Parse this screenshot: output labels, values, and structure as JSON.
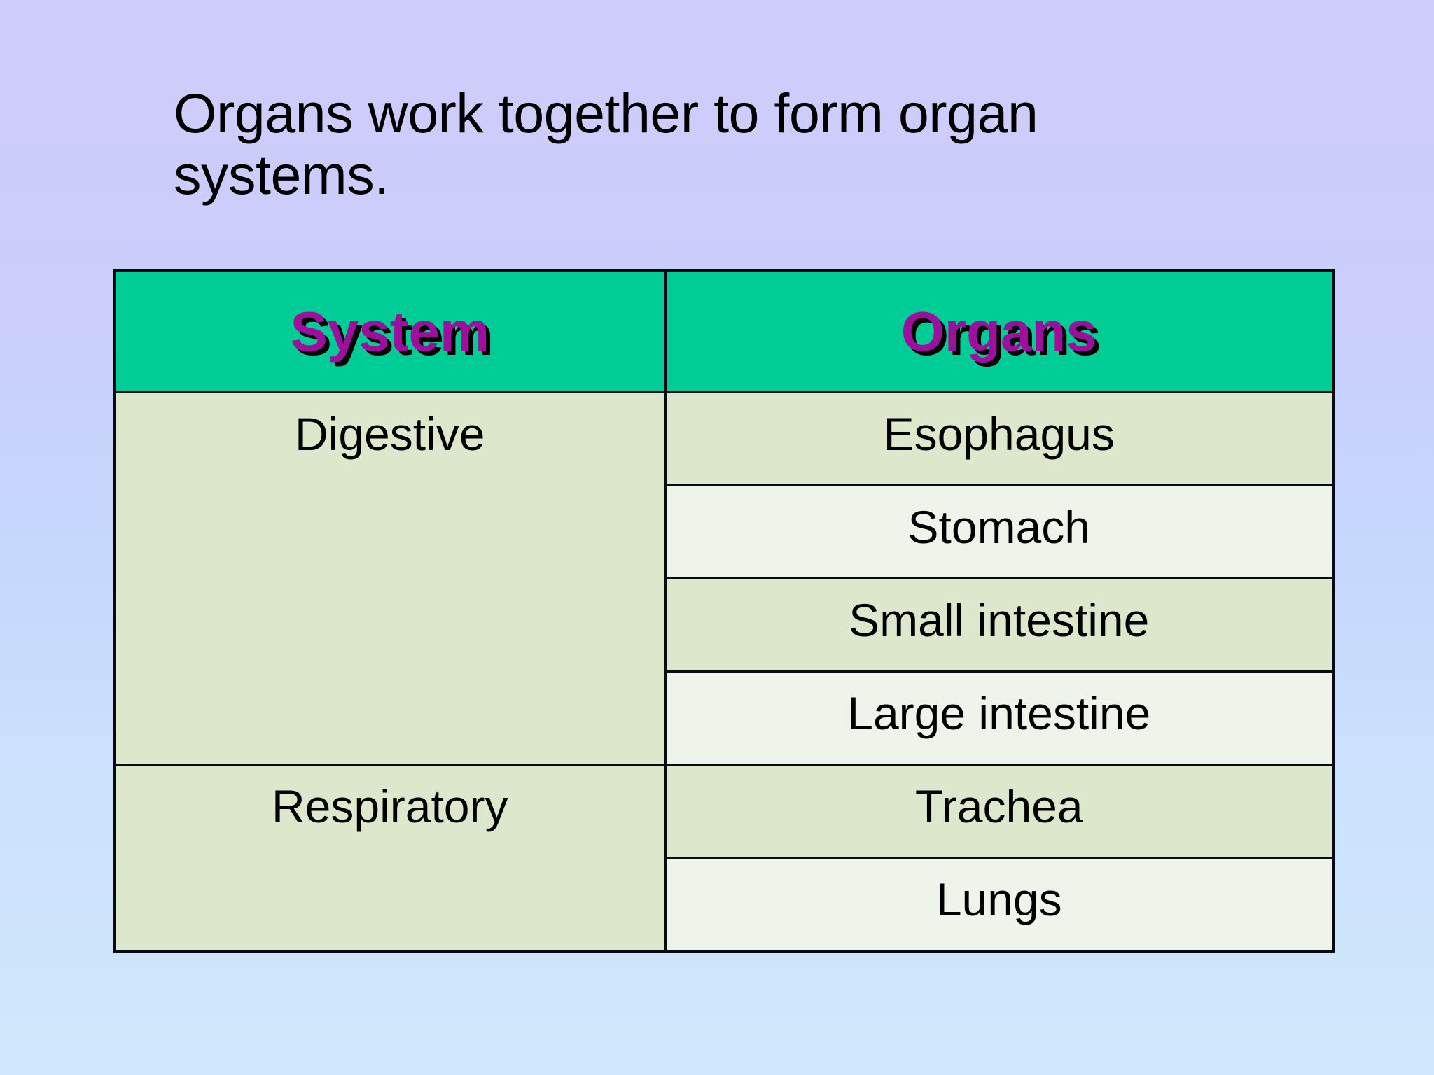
{
  "slide": {
    "title": "Organs work together to form organ systems.",
    "background": {
      "top_color": "#cdccfb",
      "bottom_color": "#cfe7fc"
    }
  },
  "table": {
    "header": {
      "background_color": "#00cc96",
      "text_color": "#9e0f9e",
      "shadow_color": "#000000",
      "columns": [
        {
          "label": "System"
        },
        {
          "label": "Organs"
        }
      ]
    },
    "row_colors": {
      "dark": "#dde7cc",
      "light": "#eff4eb"
    },
    "border_color": "#0a0a14",
    "systems": [
      {
        "name": "Digestive",
        "organs": [
          {
            "name": "Esophagus",
            "shade": "dark"
          },
          {
            "name": "Stomach",
            "shade": "light"
          },
          {
            "name": "Small intestine",
            "shade": "dark"
          },
          {
            "name": "Large intestine",
            "shade": "light"
          }
        ]
      },
      {
        "name": "Respiratory",
        "organs": [
          {
            "name": "Trachea",
            "shade": "dark"
          },
          {
            "name": "Lungs",
            "shade": "light"
          }
        ]
      }
    ]
  }
}
